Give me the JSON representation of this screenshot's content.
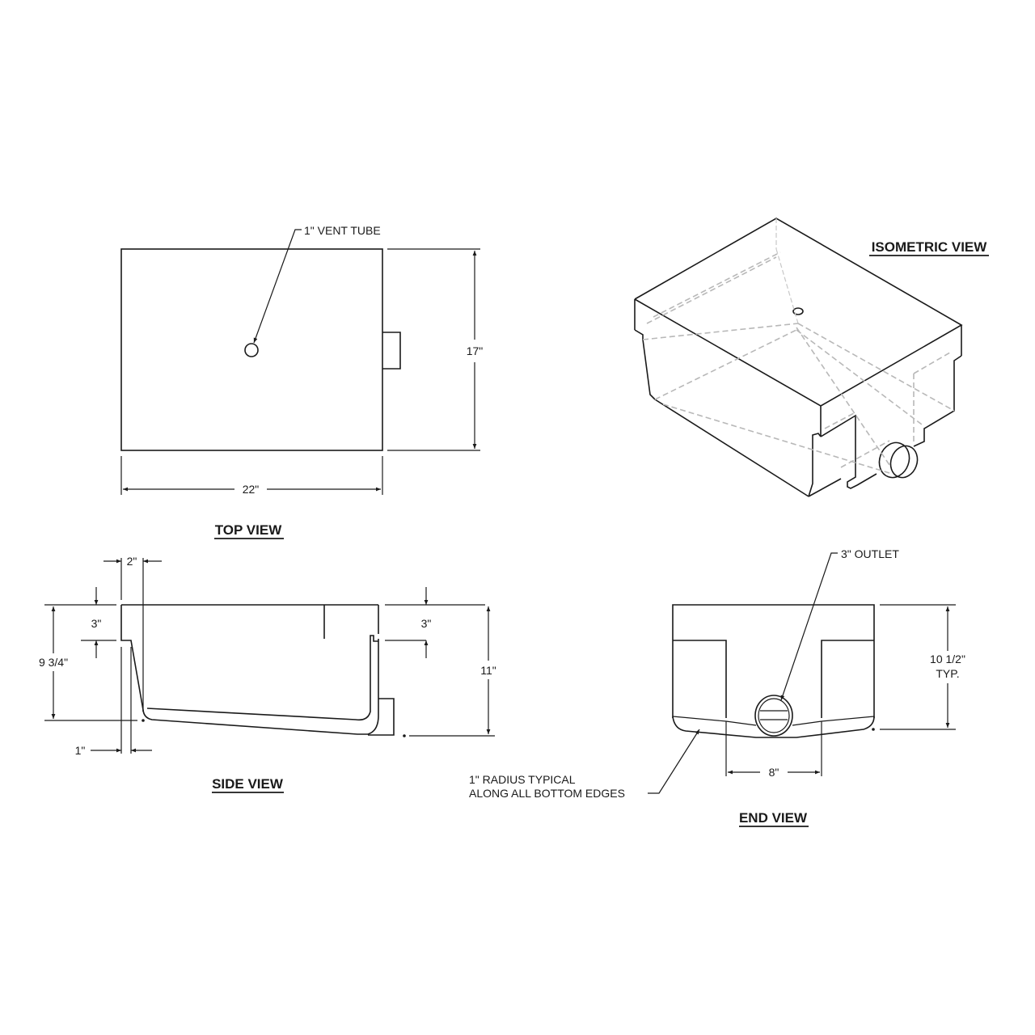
{
  "drawing": {
    "views": {
      "top": {
        "title": "TOP VIEW",
        "callout": "1\" VENT TUBE",
        "width_dim": "22\"",
        "depth_dim": "17\""
      },
      "isometric": {
        "title": "ISOMETRIC VIEW"
      },
      "side": {
        "title": "SIDE VIEW",
        "dim_top_offset": "2\"",
        "dim_left_step": "3\"",
        "dim_right_step": "3\"",
        "dim_left_height": "9 3/4\"",
        "dim_right_height": "11\"",
        "dim_bottom_offset": "1\""
      },
      "end": {
        "title": "END VIEW",
        "callout_outlet": "3\" OUTLET",
        "height_dim_line1": "10 1/2\"",
        "height_dim_line2": "TYP.",
        "width_dim": "8\"",
        "radius_note_line1": "1\" RADIUS TYPICAL",
        "radius_note_line2": "ALONG ALL BOTTOM EDGES"
      }
    },
    "colors": {
      "line": "#1a1a1a",
      "hidden_line": "#b8b8b8",
      "background": "#ffffff"
    }
  }
}
